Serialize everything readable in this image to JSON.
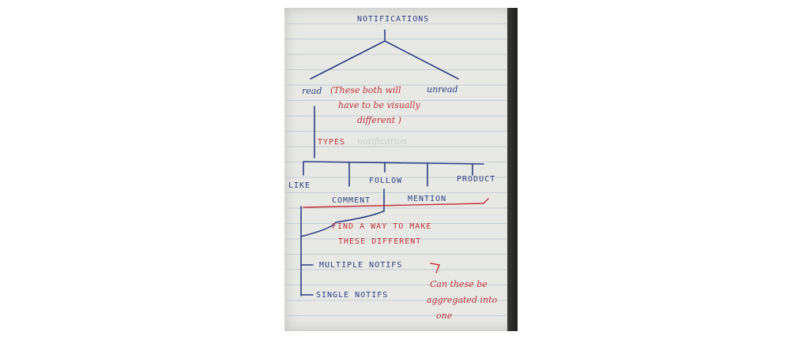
{
  "sketch": {
    "root": "NOTIFICATIONS",
    "read": "read",
    "unread": "unread",
    "read_note": [
      "(These both will",
      "have to be visually",
      "different )"
    ],
    "types": "TYPES",
    "types_faint": "notification",
    "type_like": "LIKE",
    "type_follow": "FOLLOW",
    "type_product": "PRODUCT",
    "type_comment": "COMMENT",
    "type_mention": "MENTION",
    "find_note": [
      "FIND A WAY TO MAKE",
      "THESE DIFFERENT"
    ],
    "multiple": "MULTIPLE NOTIFS",
    "single": "SINGLE NOTIFS",
    "aggregate_note": [
      "Can these be",
      "aggregated into",
      "one"
    ]
  },
  "colors": {
    "blue_ink": "#2b3e86",
    "red_ink": "#c0303a",
    "paper": "#e8e9e4",
    "rule": "#b9c3d6"
  }
}
